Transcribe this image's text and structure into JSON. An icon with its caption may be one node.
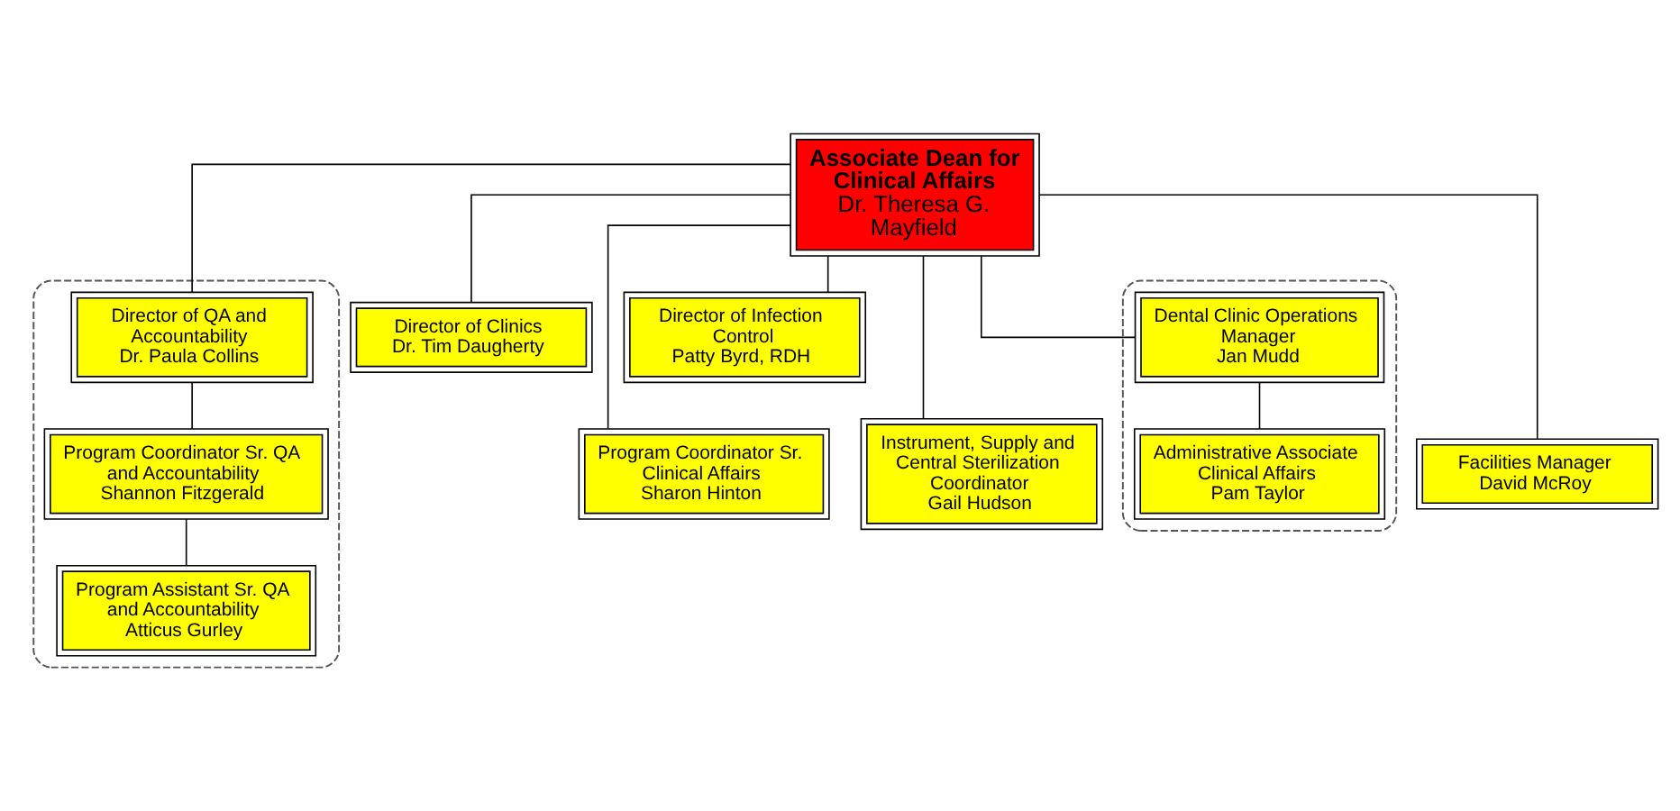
{
  "diagram": {
    "nodes": [
      {
        "text": [
          "Associate Dean for Clinical Affairs",
          "Dr. Theresa G. Mayfield"
        ]
      },
      {
        "text": [],
        "shape": "box"
      },
      {
        "text": [
          "Director of QA and Accountability",
          "Dr. Paula Collins"
        ],
        "in": 1
      },
      {
        "text": [
          "Program Coordinator Sr. QA and Accountability",
          "Shannon Fitzgerald"
        ],
        "in": 1
      },
      {
        "text": [
          "Program Assistant Sr. QA and Accountability",
          "Atticus Gurley"
        ],
        "in": 1
      },
      {
        "text": [
          "Director of Clinics",
          "Dr. Tim Daugherty"
        ]
      },
      {
        "text": [
          "Director of Infection Control",
          "Patty Byrd, RDH"
        ]
      },
      {
        "text": [
          "Program Coordinator Sr. Clinical Affairs",
          "Sharon Hinton"
        ]
      },
      {
        "text": [
          "Instrument, Supply and Central Sterilization Coordinator",
          "Gail Hudson"
        ]
      },
      {
        "text": [
          "Facilities Manager",
          "David McRoy"
        ]
      },
      {
        "text": [],
        "shape": "box"
      },
      {
        "text": [
          "Dental Clinic Operations Manager",
          "Jan Mudd"
        ],
        "in": 10
      },
      {
        "text": [
          "Administrative Associate Clinical Affairs",
          "Pam Taylor"
        ],
        "in": 10
      }
    ],
    "edges": [
      {
        "from": 0,
        "to": 2,
        "arrow": "none"
      },
      {
        "from": 2,
        "to": 3,
        "arrow": "none"
      },
      {
        "from": 3,
        "to": 4,
        "arrow": "none"
      },
      {
        "from": 0,
        "to": 5,
        "arrow": "none"
      },
      {
        "from": 0,
        "to": 6,
        "arrow": "none"
      },
      {
        "from": 0,
        "to": 7,
        "arrow": "none"
      },
      {
        "from": 0,
        "to": 8,
        "arrow": "none"
      },
      {
        "from": 0,
        "to": 9,
        "arrow": "none"
      },
      {
        "from": 0,
        "to": 11,
        "arrow": "none"
      },
      {
        "from": 11,
        "to": 12,
        "arrow": "none"
      }
    ]
  }
}
